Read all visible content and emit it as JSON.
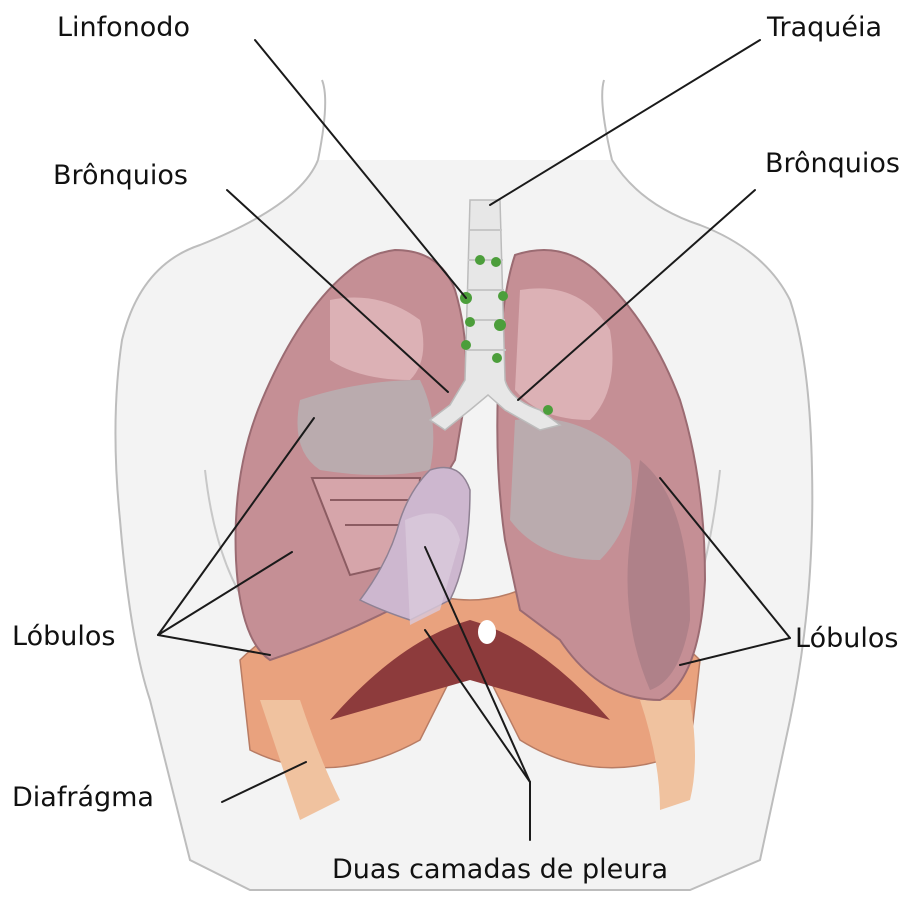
{
  "labels": {
    "linfonodo": "Linfonodo",
    "traqueia": "Traquéia",
    "bronquios_left": "Brônquios",
    "bronquios_right": "Brônquios",
    "lobulos_left": "Lóbulos",
    "lobulos_right": "Lóbulos",
    "diafragma": "Diafrágma",
    "pleura": "Duas camadas de pleura"
  },
  "colors": {
    "lung": "#c58f95",
    "lung_light": "#e1b9bd",
    "lung_gray": "#b7b0b3",
    "diaphragm": "#e9a27e",
    "cavity": "#8d3b3c",
    "lymph_node": "#4c9e3b",
    "body_outline": "#bfbfbf",
    "pleura": "#cdb7cf"
  }
}
